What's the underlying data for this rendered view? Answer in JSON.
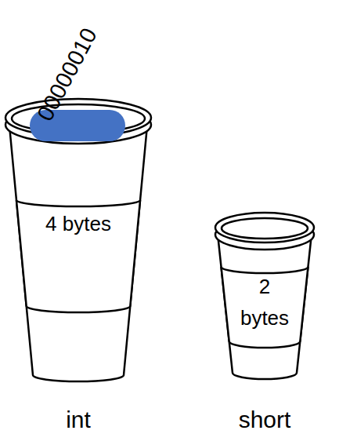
{
  "diagram": {
    "nodes": [
      {
        "text": [
          "4 bytes",
          "int"
        ]
      },
      {
        "text": [
          "2 bytes",
          "short"
        ]
      }
    ],
    "labels": [
      "00000010"
    ]
  }
}
